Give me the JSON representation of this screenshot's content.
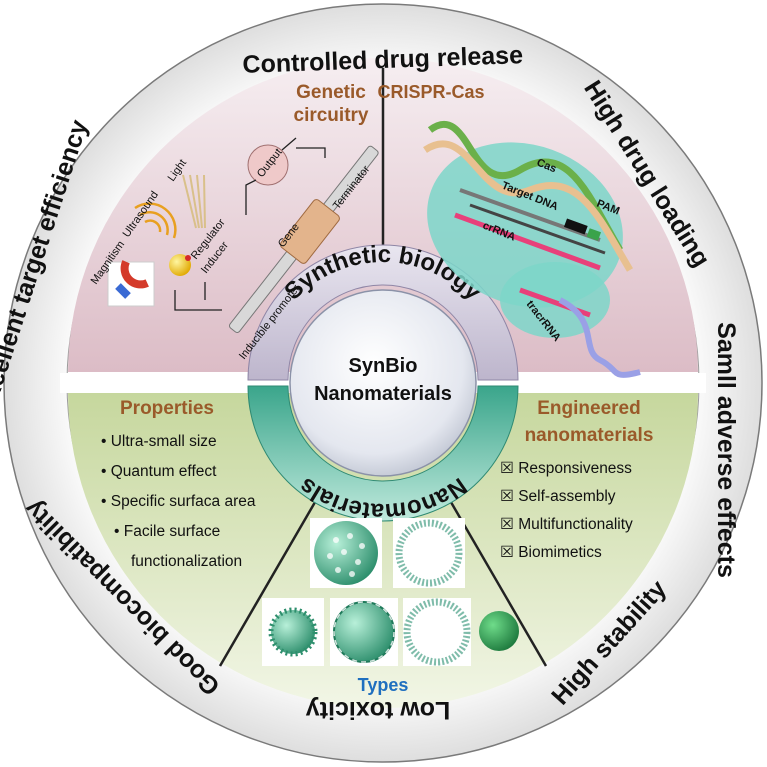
{
  "outer_ring": {
    "top": "Controlled drug release",
    "top_right": "High drug loading",
    "right": "Samll adverse effects",
    "bottom_right": "High stability",
    "bottom": "Low toxicity",
    "bottom_left": "Good biocompatibility",
    "left": "Excellent target efficiency"
  },
  "inner_ring": {
    "top_label": "Synthetic biology",
    "bottom_label": "Nanomaterials"
  },
  "center": {
    "line1": "SynBio",
    "line2": "Nanomaterials"
  },
  "genetic_circuitry": {
    "title_line1": "Genetic",
    "title_line2": "circuitry",
    "stimuli": [
      "Magnitism",
      "Ultrasound",
      "Light"
    ],
    "regulator": "Regulator",
    "inducer": "Inducer",
    "output": "Output",
    "gene": "Gene",
    "terminator": "Terminator",
    "promoter": "Inducible promoter"
  },
  "crispr": {
    "title": "CRISPR-Cas",
    "cas": "Cas",
    "target_dna": "Target DNA",
    "pam": "PAM",
    "crrna": "crRNA",
    "tracrrna": "tracrRNA"
  },
  "properties": {
    "title": "Properties",
    "items": [
      "• Ultra-small size",
      "• Quantum effect",
      "• Specific surfaca area",
      "• Facile surface",
      "functionalization"
    ]
  },
  "engineered": {
    "title_line1": "Engineered",
    "title_line2": "nanomaterials",
    "items": [
      "☒ Responsiveness",
      "☒ Self-assembly",
      "☒ Multifunctionality",
      "☒ Biomimetics"
    ]
  },
  "types": {
    "title": "Types"
  },
  "colors": {
    "top_quadrant": "#e8d6dc",
    "bottom_quadrant": "#cfdcaa",
    "accent_brown": "#9a5a2a",
    "types_blue": "#1f6fbf",
    "teal": "#5fc7ad"
  }
}
